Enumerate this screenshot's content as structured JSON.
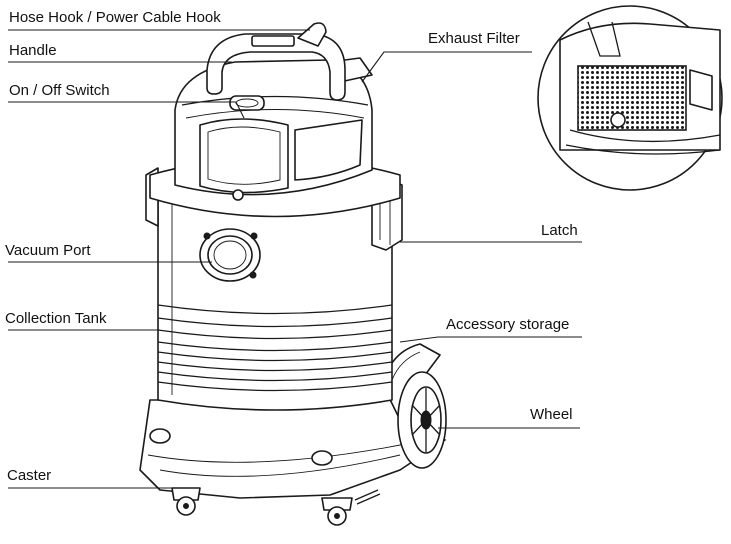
{
  "labels": {
    "hose_hook": "Hose Hook / Power Cable Hook",
    "handle": "Handle",
    "switch": "On / Off Switch",
    "vacuum_port": "Vacuum Port",
    "collection_tank": "Collection Tank",
    "caster": "Caster",
    "exhaust_filter": "Exhaust Filter",
    "latch": "Latch",
    "accessory_storage": "Accessory storage",
    "wheel": "Wheel"
  }
}
